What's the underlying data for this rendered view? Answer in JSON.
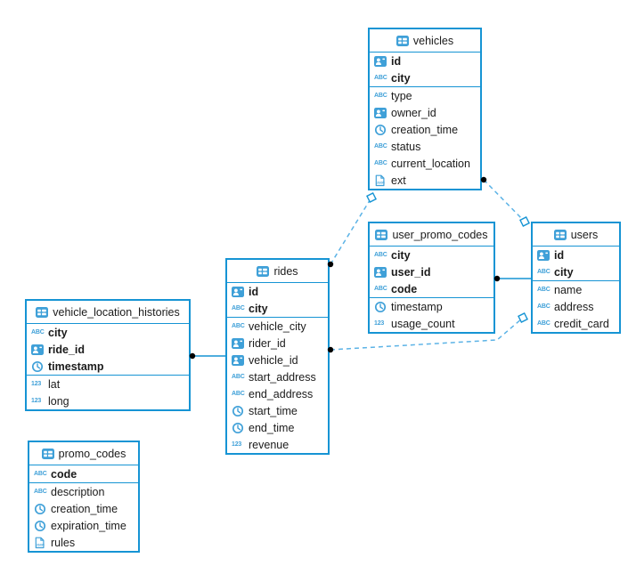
{
  "diagram": {
    "colors": {
      "table_border": "#1694d4",
      "icon_blue": "#3fa0d8",
      "dashed_line": "#5cb3e6",
      "solid_line": "#1694d4",
      "endpoint_dot": "#000000",
      "text": "#1b1b1b",
      "background": "#ffffff"
    },
    "tables": [
      {
        "name": "vehicles",
        "icon": "table-icon",
        "primary_fields": [
          {
            "name": "id",
            "type": "id",
            "icon": "id-icon"
          },
          {
            "name": "city",
            "type": "string",
            "icon": "abc-icon"
          }
        ],
        "fields": [
          {
            "name": "type",
            "type": "string",
            "icon": "abc-icon"
          },
          {
            "name": "owner_id",
            "type": "id",
            "icon": "id-icon"
          },
          {
            "name": "creation_time",
            "type": "timestamp",
            "icon": "clock-icon"
          },
          {
            "name": "status",
            "type": "string",
            "icon": "abc-icon"
          },
          {
            "name": "current_location",
            "type": "string",
            "icon": "abc-icon"
          },
          {
            "name": "ext",
            "type": "json",
            "icon": "json-icon"
          }
        ]
      },
      {
        "name": "user_promo_codes",
        "icon": "table-icon",
        "primary_fields": [
          {
            "name": "city",
            "type": "string",
            "icon": "abc-icon"
          },
          {
            "name": "user_id",
            "type": "id",
            "icon": "id-icon"
          },
          {
            "name": "code",
            "type": "string",
            "icon": "abc-icon"
          }
        ],
        "fields": [
          {
            "name": "timestamp",
            "type": "timestamp",
            "icon": "clock-icon"
          },
          {
            "name": "usage_count",
            "type": "number",
            "icon": "number-icon"
          }
        ]
      },
      {
        "name": "users",
        "icon": "table-icon",
        "primary_fields": [
          {
            "name": "id",
            "type": "id",
            "icon": "id-icon"
          },
          {
            "name": "city",
            "type": "string",
            "icon": "abc-icon"
          }
        ],
        "fields": [
          {
            "name": "name",
            "type": "string",
            "icon": "abc-icon"
          },
          {
            "name": "address",
            "type": "string",
            "icon": "abc-icon"
          },
          {
            "name": "credit_card",
            "type": "string",
            "icon": "abc-icon"
          }
        ]
      },
      {
        "name": "rides",
        "icon": "table-icon",
        "primary_fields": [
          {
            "name": "id",
            "type": "id",
            "icon": "id-icon"
          },
          {
            "name": "city",
            "type": "string",
            "icon": "abc-icon"
          }
        ],
        "fields": [
          {
            "name": "vehicle_city",
            "type": "string",
            "icon": "abc-icon"
          },
          {
            "name": "rider_id",
            "type": "id",
            "icon": "id-icon"
          },
          {
            "name": "vehicle_id",
            "type": "id",
            "icon": "id-icon"
          },
          {
            "name": "start_address",
            "type": "string",
            "icon": "abc-icon"
          },
          {
            "name": "end_address",
            "type": "string",
            "icon": "abc-icon"
          },
          {
            "name": "start_time",
            "type": "timestamp",
            "icon": "clock-icon"
          },
          {
            "name": "end_time",
            "type": "timestamp",
            "icon": "clock-icon"
          },
          {
            "name": "revenue",
            "type": "number",
            "icon": "number-icon"
          }
        ]
      },
      {
        "name": "vehicle_location_histories",
        "icon": "table-icon",
        "primary_fields": [
          {
            "name": "city",
            "type": "string",
            "icon": "abc-icon"
          },
          {
            "name": "ride_id",
            "type": "id",
            "icon": "id-icon"
          },
          {
            "name": "timestamp",
            "type": "timestamp",
            "icon": "clock-icon"
          }
        ],
        "fields": [
          {
            "name": "lat",
            "type": "number",
            "icon": "number-icon"
          },
          {
            "name": "long",
            "type": "number",
            "icon": "number-icon"
          }
        ]
      },
      {
        "name": "promo_codes",
        "icon": "table-icon",
        "primary_fields": [
          {
            "name": "code",
            "type": "string",
            "icon": "abc-icon"
          }
        ],
        "fields": [
          {
            "name": "description",
            "type": "string",
            "icon": "abc-icon"
          },
          {
            "name": "creation_time",
            "type": "timestamp",
            "icon": "clock-icon"
          },
          {
            "name": "expiration_time",
            "type": "timestamp",
            "icon": "clock-icon"
          },
          {
            "name": "rules",
            "type": "json",
            "icon": "json-icon"
          }
        ]
      }
    ],
    "connections": [
      {
        "from": "vehicle_location_histories",
        "to": "rides",
        "line": "solid",
        "start_marker": "dot",
        "end_marker": "none"
      },
      {
        "from": "user_promo_codes",
        "to": "users",
        "line": "solid",
        "start_marker": "dot",
        "end_marker": "none"
      },
      {
        "from": "rides",
        "to": "vehicles",
        "line": "dashed",
        "start_marker": "dot",
        "end_marker": "diamond"
      },
      {
        "from": "rides",
        "to": "users",
        "line": "dashed",
        "start_marker": "dot",
        "end_marker": "diamond"
      },
      {
        "from": "vehicles",
        "to": "users",
        "line": "dashed",
        "start_marker": "dot",
        "end_marker": "diamond"
      }
    ]
  }
}
